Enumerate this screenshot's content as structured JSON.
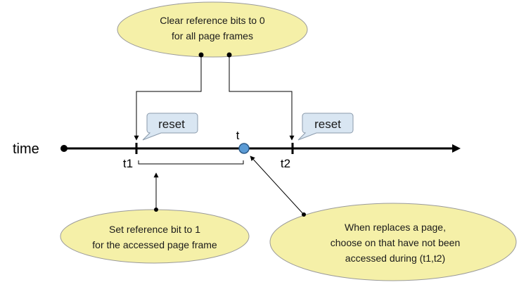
{
  "colors": {
    "bubble_fill": "#f5f0a8",
    "bubble_stroke": "#9a9a9a",
    "reset_fill": "#d9e6f2",
    "reset_stroke": "#8a9aab",
    "marker_fill": "#5b9bd5",
    "line": "#000000"
  },
  "timeline": {
    "axis_label": "time",
    "t1_label": "t1",
    "t_label": "t",
    "t2_label": "t2"
  },
  "reset_tags": {
    "left": "reset",
    "right": "reset"
  },
  "bubbles": {
    "top": {
      "line1": "Clear reference bits to 0",
      "line2": "for all page frames"
    },
    "bottom_left": {
      "line1": "Set reference bit to 1",
      "line2": "for the accessed page frame"
    },
    "bottom_right": {
      "line1": "When replaces a page,",
      "line2": "choose on that have not been",
      "line3": "accessed during (t1,t2)"
    }
  }
}
